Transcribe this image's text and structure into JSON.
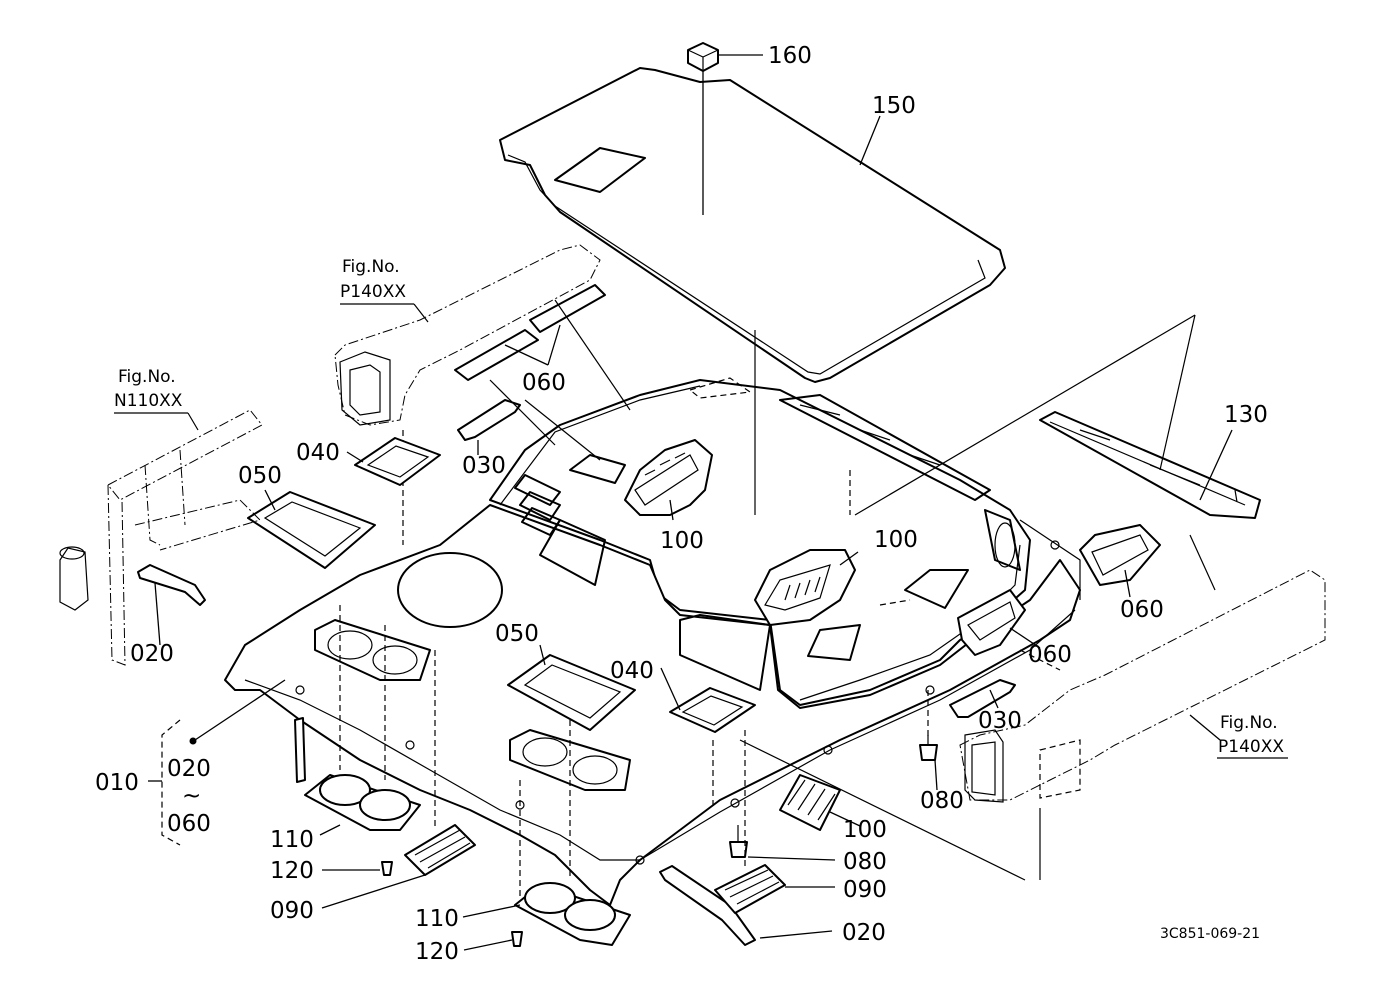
{
  "diagram": {
    "drawing_number": "3C851-069-21",
    "labels": {
      "p160": "160",
      "p150": "150",
      "p130": "130",
      "p060_top": "060",
      "p060_right_a": "060",
      "p060_right_b": "060",
      "p040_left": "040",
      "p040_mid": "040",
      "p050_left": "050",
      "p050_mid": "050",
      "p030_left": "030",
      "p030_right": "030",
      "p100_top": "100",
      "p100_right": "100",
      "p100_bottom": "100",
      "p020_left": "020",
      "p020_bottom": "020",
      "p010": "010",
      "p010_range_from": "020",
      "p010_range_tilde": "~",
      "p010_range_to": "060",
      "p110_left": "110",
      "p110_bottom": "110",
      "p120_left": "120",
      "p120_bottom": "120",
      "p090_left": "090",
      "p090_right": "090",
      "p080_right": "080",
      "p080_mid": "080"
    },
    "fig_refs": {
      "top_left_line1": "Fig.No.",
      "top_left_line2": "P140XX",
      "left_line1": "Fig.No.",
      "left_line2": "N110XX",
      "right_line1": "Fig.No.",
      "right_line2": "P140XX"
    }
  }
}
